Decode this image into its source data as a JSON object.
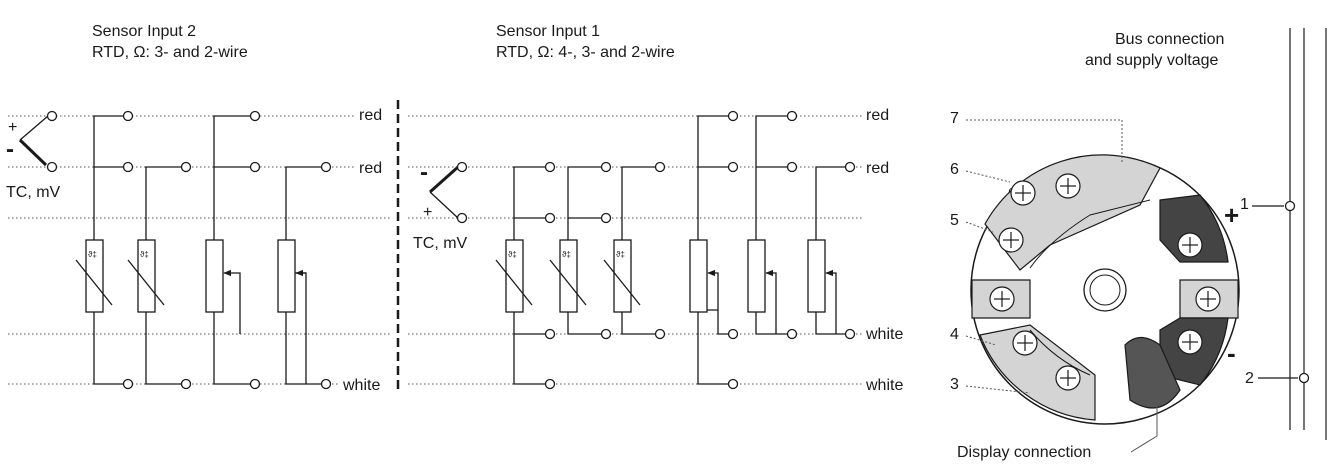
{
  "sensor2": {
    "title": "Sensor Input 2",
    "subtitle": "RTD, Ω: 3- and 2-wire"
  },
  "sensor1": {
    "title": "Sensor Input 1",
    "subtitle": "RTD, Ω: 4-, 3- and 2-wire"
  },
  "bus": {
    "line1": "Bus connection",
    "line2": "and supply voltage"
  },
  "wire_labels": {
    "red": "red",
    "white": "white"
  },
  "tc_label": "TC, mV",
  "polarity": {
    "plus": "+",
    "minus": "-"
  },
  "head_numbers": {
    "n1": "1",
    "n2": "2",
    "n3": "3",
    "n4": "4",
    "n5": "5",
    "n6": "6",
    "n7": "7"
  },
  "display_connection": "Display connection",
  "icons": [
    "rtd-resistor-icon",
    "potentiometer-icon",
    "screw-terminal-icon",
    "thermocouple-icon"
  ]
}
